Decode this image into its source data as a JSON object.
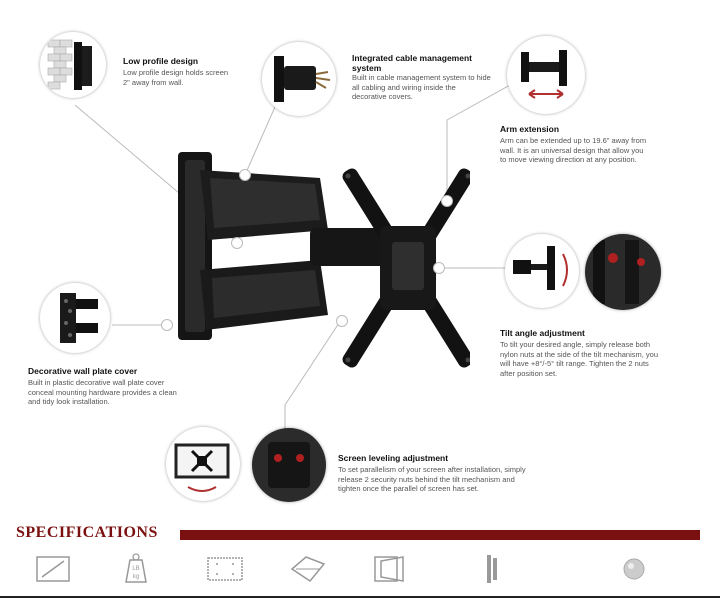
{
  "features": {
    "low_profile": {
      "title": "Low profile design",
      "desc": "Low profile design holds screen 2\" away from wall."
    },
    "cable": {
      "title": "Integrated cable management system",
      "desc": "Built in cable management system to hide all cabling and wiring inside the decorative covers."
    },
    "arm": {
      "title": "Arm extension",
      "desc": "Arm can be extended up to 19.6\" away from wall. It is an universal design that allow you to move viewing direction at any position."
    },
    "tilt": {
      "title": "Tilt angle adjustment",
      "desc": "To tilt your desired angle, simply release both nylon nuts at the side of the tilt mechanism, you will have +8°/-5° tilt range. Tighten the 2 nuts after position set."
    },
    "wall_plate": {
      "title": "Decorative wall plate cover",
      "desc": "Built in plastic decorative wall plate cover conceal mounting hardware provides a clean and tidy look installation."
    },
    "leveling": {
      "title": "Screen leveling adjustment",
      "desc": "To set parallelism of your screen after installation, simply release 2 security nuts behind the tilt mechanism and tighten once the parallel of screen has set."
    }
  },
  "specs": {
    "title": "SPECIFICATIONS",
    "weight_icon_text": "LB kg"
  },
  "colors": {
    "accent": "#7b1010",
    "mount": "#111111"
  },
  "icons": [
    "diagonal-size-icon",
    "weight-icon",
    "vesa-pattern-icon",
    "tilt-icon",
    "swivel-icon",
    "profile-icon",
    "bubble-level-icon"
  ]
}
